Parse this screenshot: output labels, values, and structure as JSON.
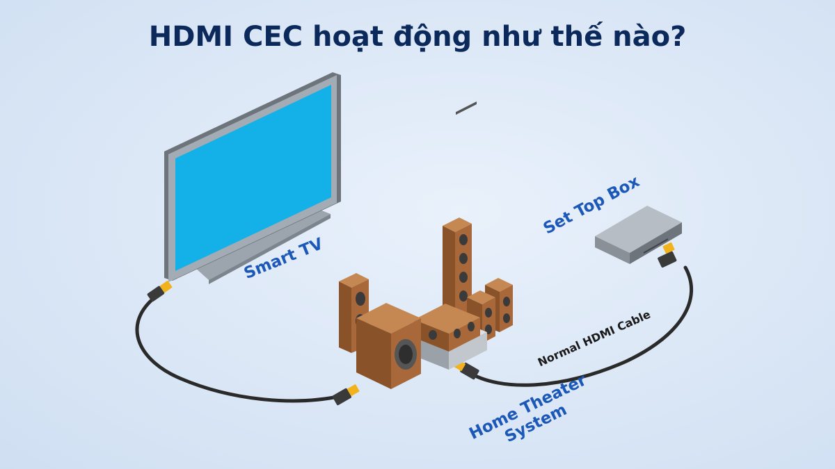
{
  "title": "HDMI CEC hoạt động như thế nào?",
  "labels": {
    "smart_tv": "Smart TV",
    "set_top_box": "Set Top Box",
    "home_theater_line1": "Home Theater",
    "home_theater_line2": "System",
    "cable": "Normal HDMI Cable"
  },
  "colors": {
    "title": "#0b2a5b",
    "label": "#1c58b8",
    "screen": "#13b1e8",
    "wood": "#a8683a",
    "cable": "#2a2a2a",
    "connector_tip": "#f2b21c"
  }
}
